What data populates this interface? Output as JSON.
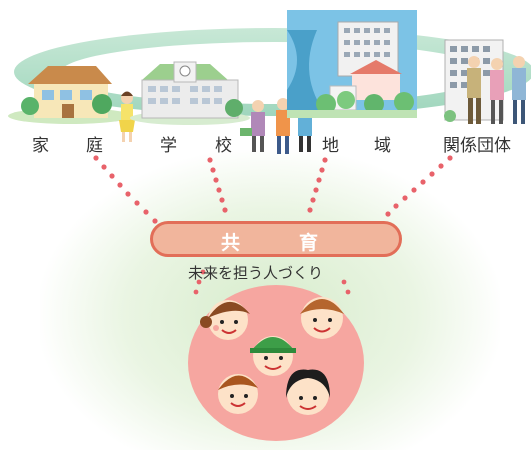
{
  "labels": {
    "katei_1": "家",
    "katei_2": "庭",
    "gakko_1": "学",
    "gakko_2": "校",
    "chiiki_1": "地",
    "chiiki_2": "域",
    "kankei_dantai": "関係団体"
  },
  "center": {
    "title_1": "共",
    "title_2": "育",
    "subtitle": "未来を担う人づくり"
  },
  "colors": {
    "pill_fill": "#f1b59c",
    "pill_border": "#e26e58",
    "circle": "#f6a6a0",
    "dots": "#e8626a",
    "arc": "#a9dcc3"
  }
}
